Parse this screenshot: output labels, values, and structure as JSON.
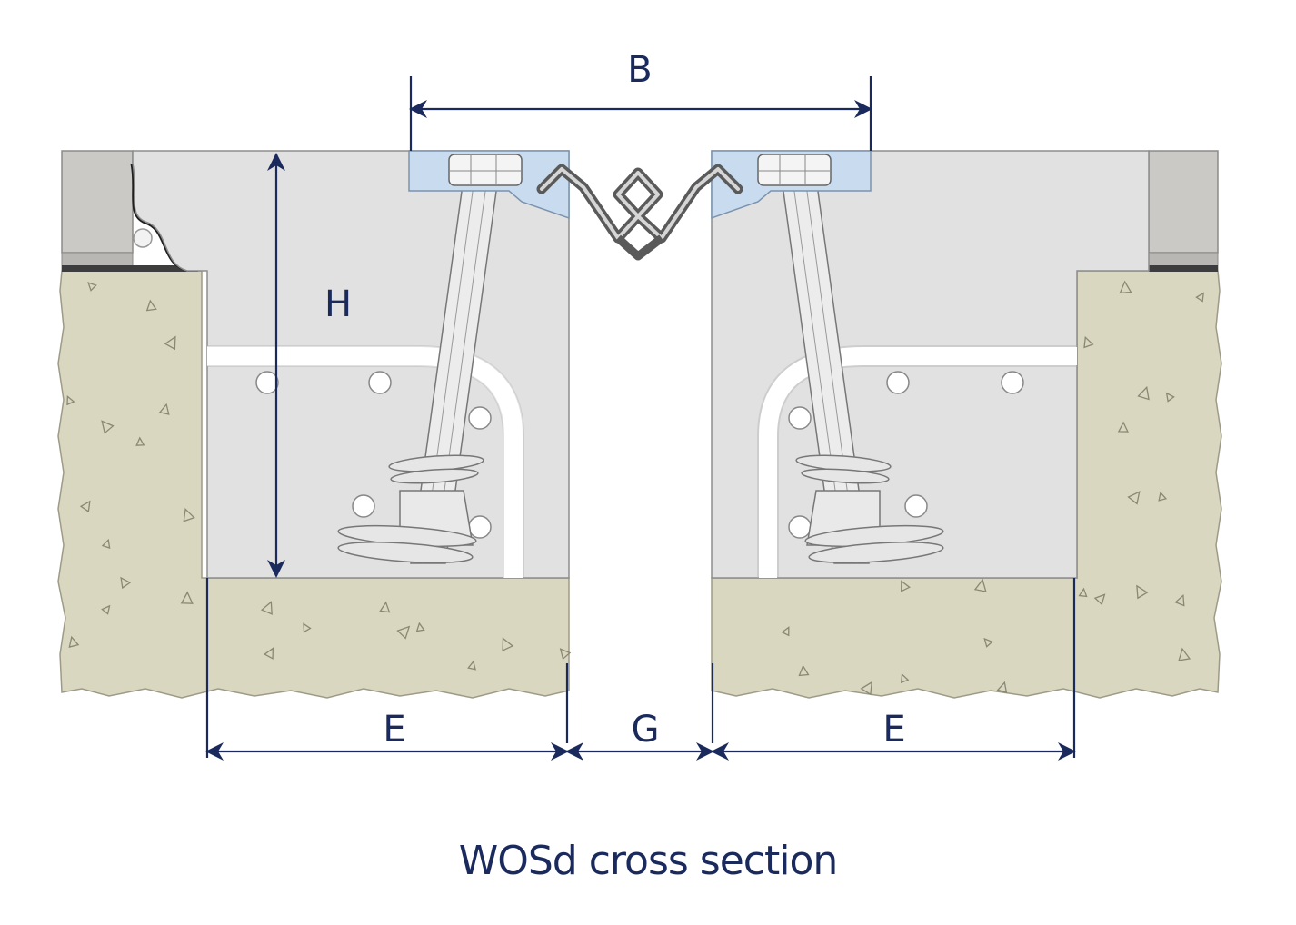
{
  "diagram": {
    "caption": "WOSd cross section",
    "dimensions": {
      "b_label": "B",
      "h_label": "H",
      "e_left_label": "E",
      "g_label": "G",
      "e_right_label": "E"
    },
    "colors": {
      "dimension": "#1b2a5c",
      "concrete": "#d9d7bf",
      "mortar": "#e1e1e1",
      "profile": "#c9dbef",
      "rubber": "#5a5a5a",
      "asphalt": "#cbc9c6"
    }
  }
}
